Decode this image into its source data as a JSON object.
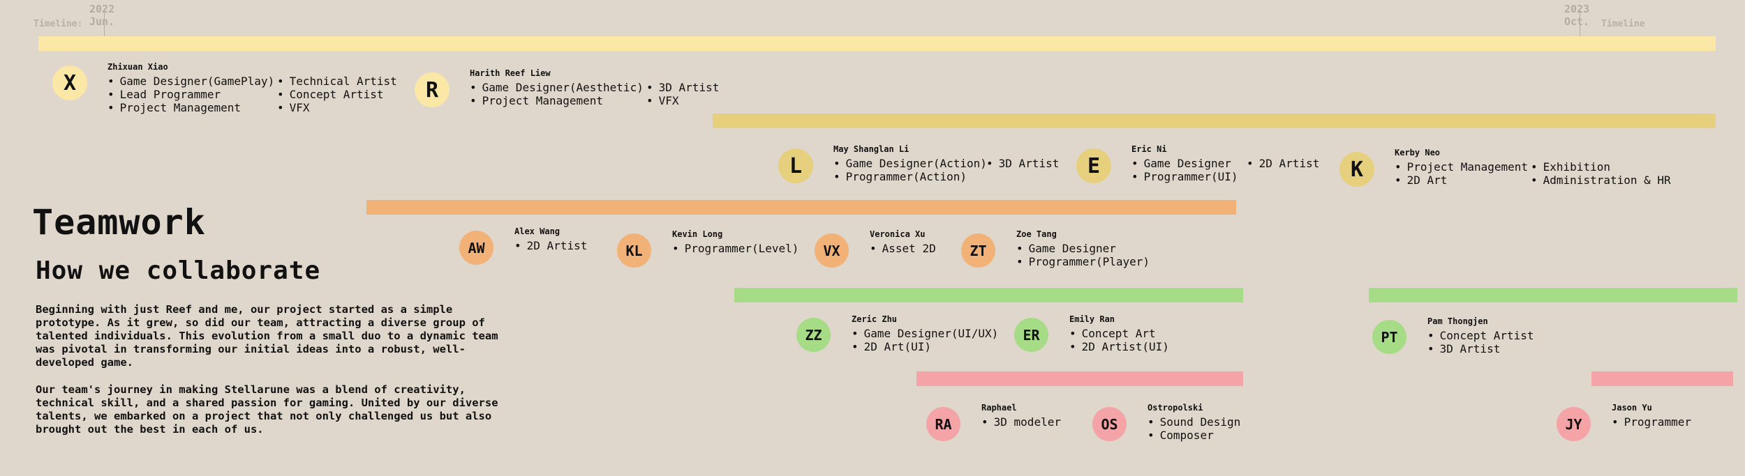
{
  "colors": {
    "background": "#dfd6cc",
    "yellow_light": "#fbe8a6",
    "yellow_dark": "#e6d07e",
    "orange": "#f2b277",
    "green": "#a6dc85",
    "pink": "#f4a3a6"
  },
  "timeline": {
    "start": {
      "label": "Timeline:",
      "year": "2022",
      "month": "Jun."
    },
    "end": {
      "label": "Timeline",
      "year": "2023",
      "month": "Oct."
    }
  },
  "heading": {
    "title": "Teamwork",
    "subtitle": "How we collaborate"
  },
  "paragraphs": [
    "Beginning with just Reef and me, our project started as a simple prototype. As it grew, so did our team, attracting a diverse group of talented individuals. This evolution from a small duo to a dynamic team was pivotal in transforming our initial ideas into a robust, well-developed game.",
    "Our team's journey in making Stellarune was a blend of creativity, technical skill, and a shared passion for gaming. United by our diverse talents, we embarked on a project that not only challenged us but also brought out the best in each of us."
  ],
  "members": {
    "zhixuan": {
      "initials": "X",
      "name": "Zhixuan Xiao",
      "roles_a": [
        "Game Designer(GamePlay)",
        "Lead Programmer",
        "Project Management"
      ],
      "roles_b": [
        "Technical Artist",
        "Concept Artist",
        "VFX"
      ]
    },
    "harith": {
      "initials": "R",
      "name": "Harith Reef Liew",
      "roles_a": [
        "Game Designer(Aesthetic)",
        "Project Management"
      ],
      "roles_b": [
        "3D Artist",
        "VFX"
      ]
    },
    "may": {
      "initials": "L",
      "name": "May Shanglan Li",
      "roles_a": [
        "Game Designer(Action)",
        "Programmer(Action)"
      ],
      "roles_b": [
        "3D Artist"
      ]
    },
    "eric": {
      "initials": "E",
      "name": "Eric Ni",
      "roles_a": [
        "Game Designer",
        "Programmer(UI)"
      ],
      "roles_b": [
        "2D Artist"
      ]
    },
    "kerby": {
      "initials": "K",
      "name": "Kerby Neo",
      "roles_a": [
        "Project Management",
        "2D Art"
      ],
      "roles_b": [
        "Exhibition",
        "Administration & HR"
      ]
    },
    "alex": {
      "initials": "AW",
      "name": "Alex Wang",
      "roles_a": [
        "2D Artist"
      ]
    },
    "kevin": {
      "initials": "KL",
      "name": "Kevin Long",
      "roles_a": [
        "Programmer(Level)"
      ]
    },
    "veronica": {
      "initials": "VX",
      "name": "Veronica Xu",
      "roles_a": [
        "Asset 2D"
      ]
    },
    "zoe": {
      "initials": "ZT",
      "name": "Zoe Tang",
      "roles_a": [
        "Game Designer",
        "Programmer(Player)"
      ]
    },
    "zeric": {
      "initials": "ZZ",
      "name": "Zeric Zhu",
      "roles_a": [
        "Game Designer(UI/UX)",
        "2D Art(UI)"
      ]
    },
    "emily": {
      "initials": "ER",
      "name": "Emily Ran",
      "roles_a": [
        "Concept Art",
        "2D Artist(UI)"
      ]
    },
    "pam": {
      "initials": "PT",
      "name": "Pam Thongjen",
      "roles_a": [
        "Concept Artist",
        "3D Artist"
      ]
    },
    "raphael": {
      "initials": "RA",
      "name": "Raphael",
      "roles_a": [
        "3D modeler"
      ]
    },
    "ostropolski": {
      "initials": "OS",
      "name": "Ostropolski",
      "roles_a": [
        "Sound Design",
        "Composer"
      ]
    },
    "jason": {
      "initials": "JY",
      "name": "Jason Yu",
      "roles_a": [
        "Programmer"
      ]
    }
  }
}
